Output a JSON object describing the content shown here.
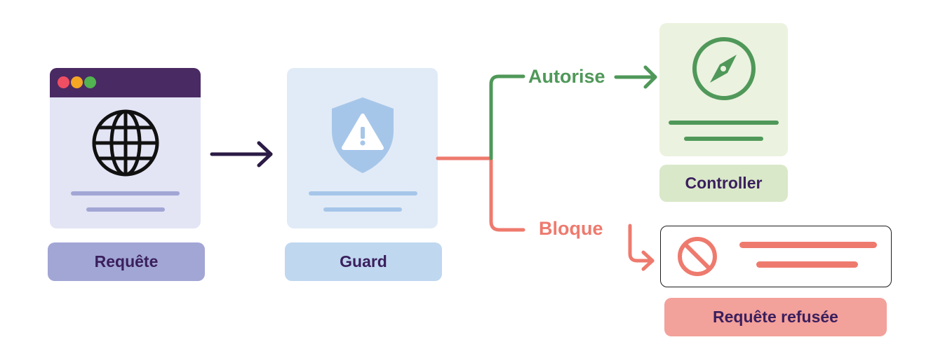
{
  "nodes": {
    "request": {
      "label": "Requête",
      "icon": "globe-icon"
    },
    "guard": {
      "label": "Guard",
      "icon": "shield-warning-icon"
    },
    "controller": {
      "label": "Controller",
      "icon": "compass-icon"
    },
    "refused": {
      "label": "Requête refusée",
      "icon": "prohibited-icon"
    }
  },
  "edges": {
    "authorize": {
      "label": "Autorise"
    },
    "block": {
      "label": "Bloque"
    }
  },
  "colors": {
    "purple_dark": "#3a1f5d",
    "request_card": "#e3e4f4",
    "request_label": "#a2a6d5",
    "guard_card": "#e1ebf7",
    "guard_label": "#bfd7ef",
    "shield": "#a6c6e9",
    "green": "#4f9859",
    "controller_card": "#ebf2df",
    "controller_label": "#d9e8c9",
    "red": "#ee7a6e",
    "refused_label": "#f3a19b",
    "window_bar": "#4a2a63"
  }
}
